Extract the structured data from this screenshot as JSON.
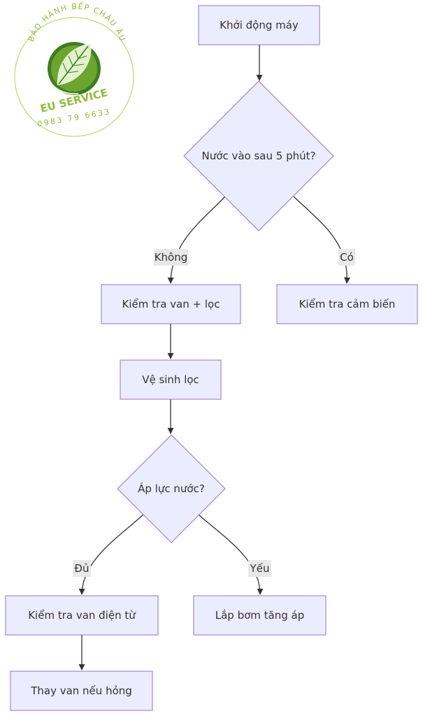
{
  "logo": {
    "arc_text": "BẢO HÀNH BẾP CHÂU ÂU",
    "brand": "EU SERVICE",
    "phone": "0983 79 6633",
    "color_primary": "#8dbd3a",
    "color_dark": "#3f7d1e",
    "icon": "leaf-icon"
  },
  "theme": {
    "node_fill": "#ececff",
    "node_stroke": "#9370db",
    "edge_color": "#333333",
    "label_bg": "#e8e8e8"
  },
  "nodes": {
    "start": "Khởi động máy",
    "q_water": "Nước vào sau 5 phút?",
    "check_valve_filter": "Kiểm tra van + lọc",
    "check_sensor": "Kiểm tra cảm biến",
    "clean_filter": "Vệ sinh lọc",
    "q_pressure": "Áp lực nước?",
    "check_solenoid": "Kiểm tra van điện từ",
    "install_pump": "Lắp bơm tăng áp",
    "replace_valve": "Thay van nếu hỏng"
  },
  "edge_labels": {
    "no": "Không",
    "yes": "Có",
    "enough": "Đủ",
    "weak": "Yếu"
  }
}
